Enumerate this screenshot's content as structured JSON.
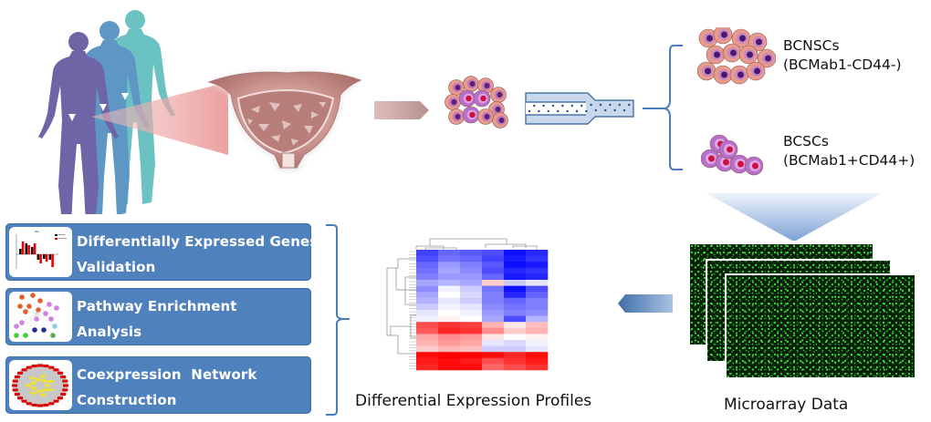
{
  "title": "Bladder cancer stem cell microarray analysis workflow",
  "colors": {
    "figure_front": "#6f65a6",
    "figure_middle": "#5e96c4",
    "figure_back": "#6bc2c3",
    "bladder": "#c98f8c",
    "beam": "#f1b7b7",
    "nonstem_cell": "#e99a8c",
    "stem_cell": "#b86fc9",
    "bracket": "#4a7dbd",
    "box_fill": "#4f81bd",
    "heatmap_high": "#ff0000",
    "heatmap_low": "#0000ff",
    "microarray_bg": "#0a2a0a",
    "microarray_spot": "#33dd33",
    "arrow_blue": "#5b88bd"
  },
  "icons": {
    "human_figures": "human-silhouettes-icon",
    "bladder": "bladder-cross-section-icon",
    "cell_cluster": "cell-cluster-icon",
    "flow_sorter": "flow-cytometry-tube-icon",
    "arrow_right": "arrow-right-icon",
    "arrow_left": "arrow-left-icon",
    "arrow_down": "arrow-down-icon"
  },
  "populations": [
    {
      "name": "BCNSCs",
      "markers": "(BCMab1-CD44-)"
    },
    {
      "name": "BCSCs",
      "markers": "(BCMab1+CD44+)"
    }
  ],
  "analysis_boxes": [
    {
      "line1": "Differentially Expressed Genes",
      "line2": "Validation",
      "thumbnail": "bar-chart-thumbnail"
    },
    {
      "line1": "Pathway Enrichment",
      "line2": "Analysis",
      "thumbnail": "pathway-network-thumbnail"
    },
    {
      "line1": "Coexpression  Network",
      "line2": "Construction",
      "thumbnail": "coexpression-network-thumbnail"
    }
  ],
  "captions": {
    "heatmap": "Differential Expression Profiles",
    "microarray": "Microarray Data"
  },
  "heatmap": {
    "columns": 6,
    "rows": [
      [
        -0.75,
        -0.6,
        -0.65,
        -0.7,
        -0.95,
        -0.85
      ],
      [
        -0.7,
        -0.55,
        -0.6,
        -0.75,
        -0.9,
        -0.8
      ],
      [
        -0.6,
        -0.4,
        -0.5,
        -0.65,
        -0.95,
        -0.9
      ],
      [
        -0.55,
        -0.35,
        -0.45,
        -0.7,
        -0.85,
        -0.8
      ],
      [
        -0.5,
        -0.4,
        -0.4,
        -0.6,
        -0.9,
        -0.85
      ],
      [
        -0.35,
        -0.3,
        -0.35,
        0.2,
        -0.2,
        -0.1
      ],
      [
        -0.45,
        -0.05,
        -0.2,
        -0.55,
        -0.95,
        -0.7
      ],
      [
        -0.35,
        0.0,
        -0.15,
        -0.5,
        -0.85,
        -0.6
      ],
      [
        -0.3,
        -0.1,
        -0.2,
        -0.5,
        -0.6,
        -0.5
      ],
      [
        -0.2,
        -0.05,
        -0.1,
        -0.45,
        -0.55,
        -0.5
      ],
      [
        -0.1,
        0.0,
        -0.05,
        -0.4,
        -0.5,
        -0.45
      ],
      [
        -0.05,
        0.05,
        0.0,
        -0.35,
        -0.7,
        -0.3
      ],
      [
        0.7,
        0.8,
        0.75,
        0.3,
        0.1,
        0.25
      ],
      [
        0.65,
        0.85,
        0.8,
        0.45,
        0.2,
        0.3
      ],
      [
        0.35,
        0.45,
        0.4,
        0.1,
        0.0,
        0.05
      ],
      [
        0.3,
        0.4,
        0.35,
        -0.1,
        -0.15,
        -0.05
      ],
      [
        0.2,
        0.3,
        0.25,
        -0.2,
        -0.2,
        -0.1
      ],
      [
        0.95,
        1.0,
        1.0,
        0.95,
        0.85,
        0.95
      ],
      [
        0.9,
        0.95,
        0.9,
        0.7,
        0.8,
        0.9
      ],
      [
        0.85,
        0.95,
        0.95,
        0.6,
        0.7,
        0.8
      ]
    ]
  }
}
